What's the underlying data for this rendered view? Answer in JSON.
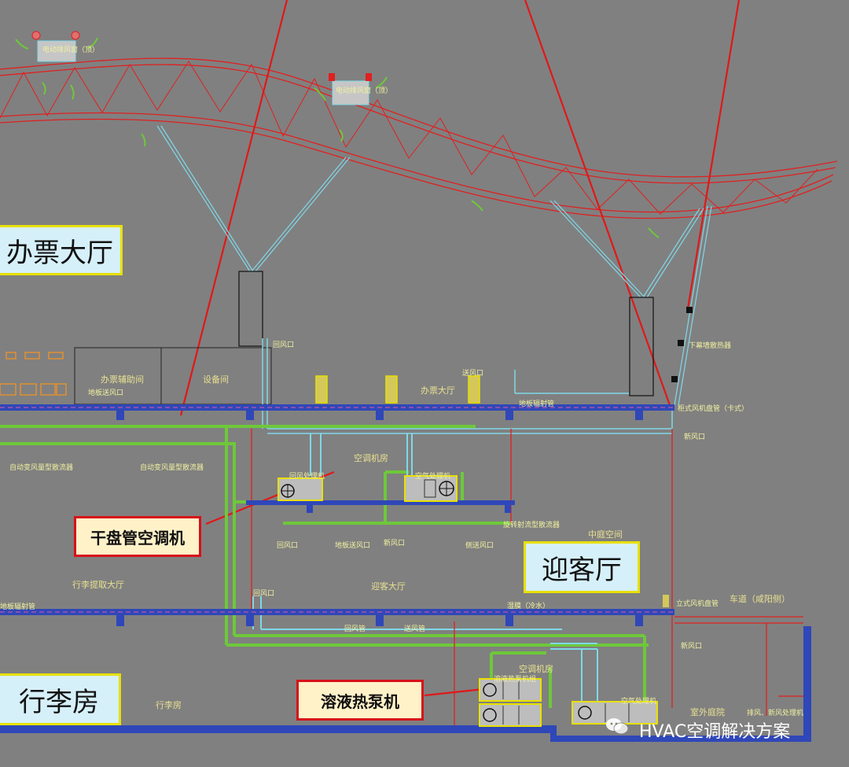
{
  "labels": {
    "ticket_hall": "办票大厅",
    "arrival_hall": "迎客厅",
    "baggage_room": "行李房"
  },
  "callouts": {
    "fcu_ahu": "干盘管空调机",
    "solution_heat_pump": "溶液热泵机"
  },
  "annotations": {
    "ticket_aux": "办票辅助间",
    "equipment_room": "设备间",
    "ticket_hall_small": "办票大厅",
    "ac_room_upper": "空调机房",
    "ac_room_lower": "空调机房",
    "courtyard": "中庭空间",
    "greeting_hall_small": "迎客大厅",
    "baggage_claim": "行李提取大厅",
    "baggage_small": "行李房",
    "roadway": "车道（咸阳侧）",
    "outdoor_yard": "室外庭院",
    "smoke_exhaust_upper": "电动排风窗（顶）",
    "smoke_exhaust_mid": "电动排风窗（顶）",
    "return_air_1": "回风口",
    "return_air_2": "回风口",
    "supply_air_1": "送风口",
    "new_air_1": "新风口",
    "new_air_2": "新风口",
    "new_air_3": "新风口",
    "return_ahu": "回风处理机",
    "air_handler": "空气处理机",
    "air_handler_2": "空气处理机",
    "solution_unit": "溶液热泵机组",
    "curtain_wall": "下幕墙散热器",
    "floor_grille": "地板送风口",
    "return_duct": "回风管",
    "supply_duct": "送风管",
    "radiant_floor": "地板辐射管",
    "radiant_floor_2": "地板辐射管",
    "auto_valve_1": "自动变风量型散流器",
    "auto_valve_2": "自动变风量型散流器",
    "floor_supply": "地板送风口",
    "side_supply": "侧送风口",
    "cabinet_unit": "柜式风机盘管（卡式）",
    "cabinet_unit_2": "立式风机盘管",
    "rotary_valve": "旋转射流型散流器",
    "wet_film": "湿膜（冷水）",
    "return_air_3": "回风口",
    "exhaust_fan": "排风、新风处理机"
  },
  "watermark": "HVAC空调解决方案",
  "colors": {
    "background": "#808080",
    "truss_red": "#e02020",
    "duct_cyan": "#7fd8e8",
    "pipe_green": "#6ec83a",
    "floor_blue": "#2f47b8",
    "label_fill": "#d6f0fa",
    "label_border": "#e8e000",
    "callout_fill": "#fff2c8",
    "callout_border": "#d8101a"
  }
}
